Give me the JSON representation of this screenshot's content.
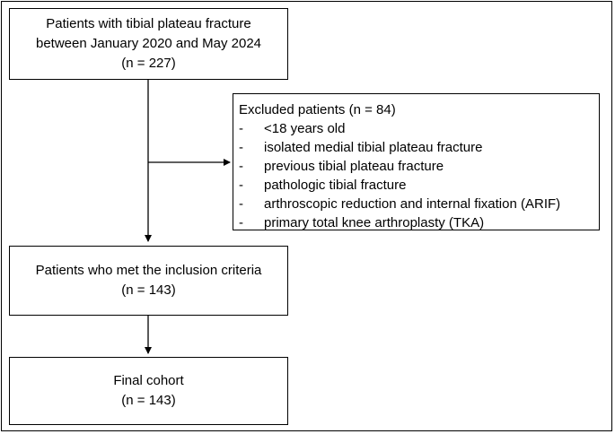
{
  "flowchart": {
    "box1": {
      "lines": [
        "Patients with tibial plateau fracture",
        "between January 2020 and May 2024",
        "(n = 227)"
      ]
    },
    "excluded": {
      "title": "Excluded patients (n = 84)",
      "items": [
        "<18 years old",
        "isolated medial tibial plateau fracture",
        "previous tibial plateau fracture",
        "pathologic tibial fracture",
        "arthroscopic reduction and internal fixation (ARIF)",
        "primary total knee arthroplasty (TKA)"
      ],
      "bullet": "-"
    },
    "box2": {
      "lines": [
        "Patients who met the inclusion criteria",
        "(n = 143)"
      ]
    },
    "box3": {
      "lines": [
        "Final cohort",
        "(n = 143)"
      ]
    }
  }
}
